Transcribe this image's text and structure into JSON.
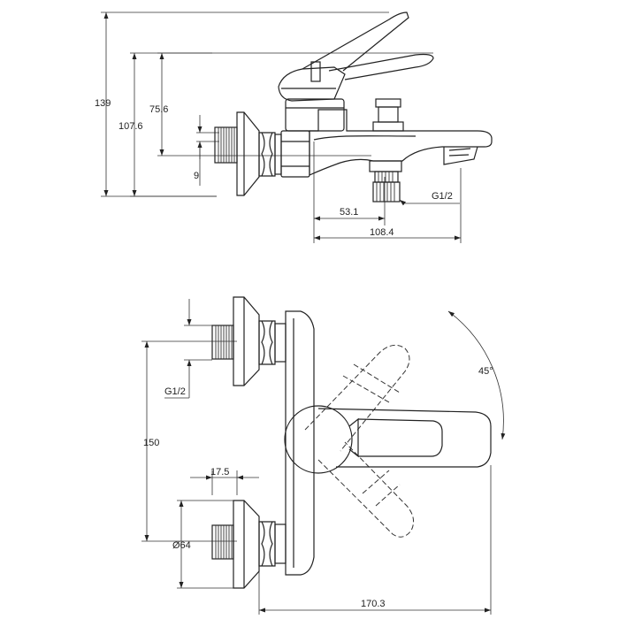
{
  "side_view": {
    "dims": {
      "overall_height": "139",
      "spout_height": "107.6",
      "outlet_height": "75.6",
      "eccentric_offset": "9",
      "diverter_distance": "53.1",
      "spout_projection": "108.4",
      "thread": "G1/2"
    }
  },
  "top_view": {
    "dims": {
      "thread": "G1/2",
      "center_distance": "150",
      "eccentric_length": "17.5",
      "flange_diameter": "Ø64",
      "total_projection": "170.3",
      "handle_rotation": "45°"
    }
  }
}
